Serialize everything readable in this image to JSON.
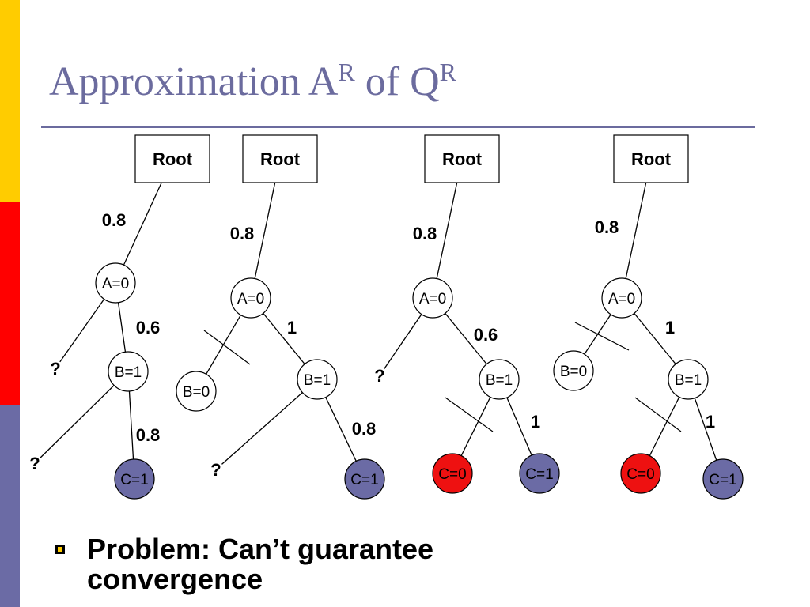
{
  "colors": {
    "title": "#6B6B9E",
    "rule": "#6B6B9E",
    "sidebar_top": "#FFCC00",
    "sidebar_mid": "#FF0000",
    "sidebar_bottom": "#6B6BA5",
    "node_c1_fill": "#6B6BA5",
    "node_c0_fill": "#EE1111",
    "bullet_marker": "#FFCC00"
  },
  "title": {
    "main": "Approximation A",
    "sup1": "R",
    "mid": " of Q",
    "sup2": "R"
  },
  "bullet": {
    "text": "Problem: Can’t guarantee convergence"
  },
  "trees": [
    {
      "nodes": [
        {
          "id": "root",
          "label": "Root",
          "shape": "box"
        },
        {
          "id": "a0",
          "label": "A=0",
          "shape": "circle"
        },
        {
          "id": "b1",
          "label": "B=1",
          "shape": "circle"
        },
        {
          "id": "c1",
          "label": "C=1",
          "shape": "circle",
          "fill": "c1"
        },
        {
          "id": "q1",
          "label": "?",
          "shape": "text"
        },
        {
          "id": "q2",
          "label": "?",
          "shape": "text"
        }
      ],
      "edge_labels": [
        "0.8",
        "0.6",
        "0.8"
      ]
    },
    {
      "nodes": [
        {
          "id": "root",
          "label": "Root",
          "shape": "box"
        },
        {
          "id": "a0",
          "label": "A=0",
          "shape": "circle"
        },
        {
          "id": "b0",
          "label": "B=0",
          "shape": "circle"
        },
        {
          "id": "b1",
          "label": "B=1",
          "shape": "circle"
        },
        {
          "id": "c1",
          "label": "C=1",
          "shape": "circle",
          "fill": "c1"
        },
        {
          "id": "q1",
          "label": "?",
          "shape": "text"
        }
      ],
      "edge_labels": [
        "0.8",
        "1",
        "0.8"
      ]
    },
    {
      "nodes": [
        {
          "id": "root",
          "label": "Root",
          "shape": "box"
        },
        {
          "id": "a0",
          "label": "A=0",
          "shape": "circle"
        },
        {
          "id": "b1",
          "label": "B=1",
          "shape": "circle"
        },
        {
          "id": "c0",
          "label": "C=0",
          "shape": "circle",
          "fill": "c0"
        },
        {
          "id": "c1",
          "label": "C=1",
          "shape": "circle",
          "fill": "c1"
        },
        {
          "id": "q1",
          "label": "?",
          "shape": "text"
        }
      ],
      "edge_labels": [
        "0.8",
        "0.6",
        "1"
      ]
    },
    {
      "nodes": [
        {
          "id": "root",
          "label": "Root",
          "shape": "box"
        },
        {
          "id": "a0",
          "label": "A=0",
          "shape": "circle"
        },
        {
          "id": "b0",
          "label": "B=0",
          "shape": "circle"
        },
        {
          "id": "b1",
          "label": "B=1",
          "shape": "circle"
        },
        {
          "id": "c0",
          "label": "C=0",
          "shape": "circle",
          "fill": "c0"
        },
        {
          "id": "c1",
          "label": "C=1",
          "shape": "circle",
          "fill": "c1"
        }
      ],
      "edge_labels": [
        "0.8",
        "1",
        "1"
      ]
    }
  ]
}
